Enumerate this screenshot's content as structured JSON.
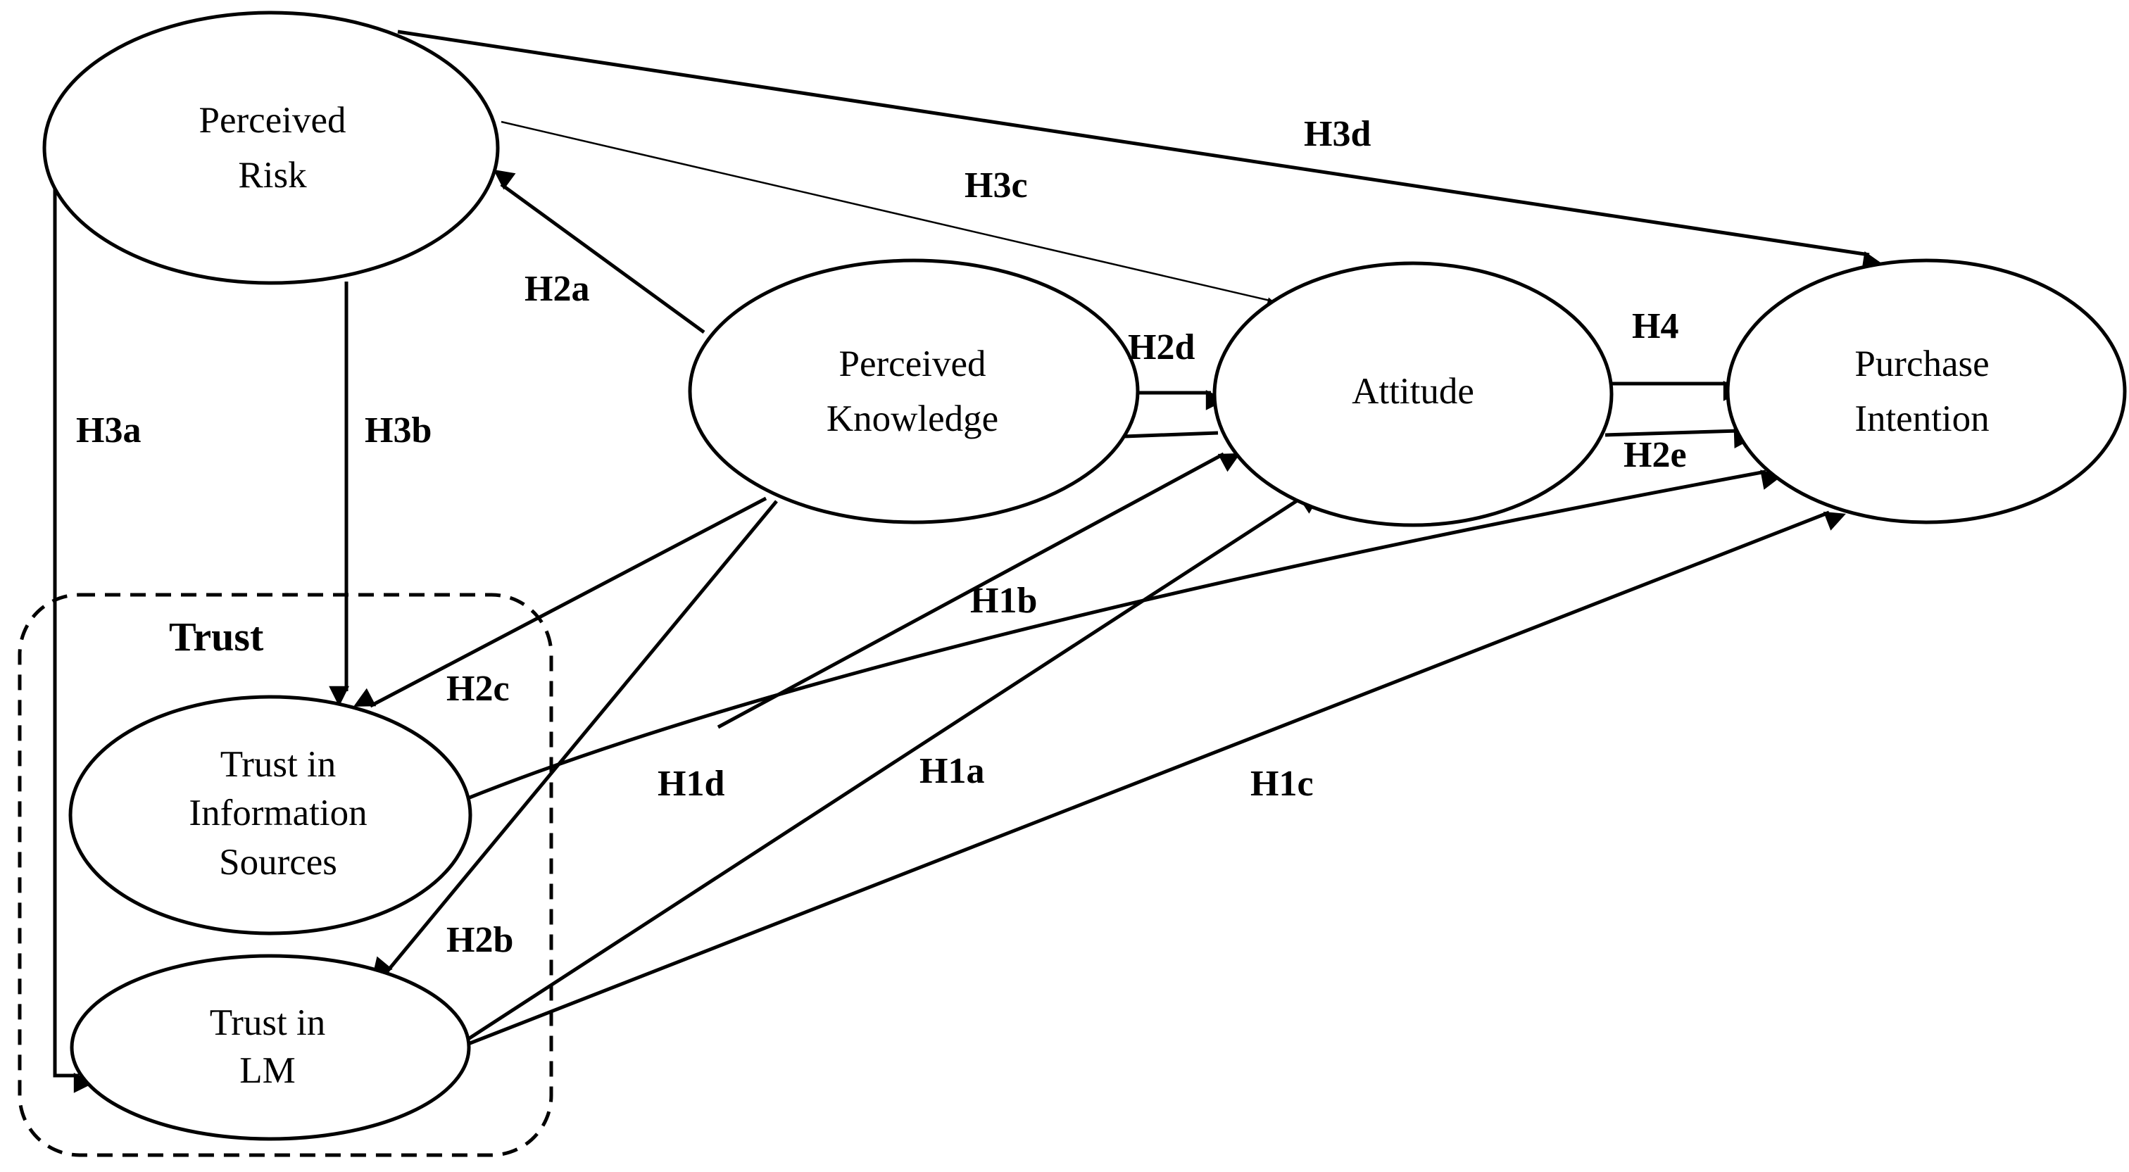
{
  "nodes": {
    "perceived_risk": [
      "Perceived",
      "Risk"
    ],
    "perceived_knowledge": [
      "Perceived",
      "Knowledge"
    ],
    "attitude": [
      "Attitude"
    ],
    "purchase_intention": [
      "Purchase",
      "Intention"
    ],
    "trust_info_sources": [
      "Trust in",
      "Information",
      "Sources"
    ],
    "trust_lm": [
      "Trust in",
      "LM"
    ]
  },
  "group": {
    "title": "Trust"
  },
  "hypotheses": {
    "H1a": "H1a",
    "H1b": "H1b",
    "H1c": "H1c",
    "H1d": "H1d",
    "H2a": "H2a",
    "H2b": "H2b",
    "H2c": "H2c",
    "H2d": "H2d",
    "H2e": "H2e",
    "H3a": "H3a",
    "H3b": "H3b",
    "H3c": "H3c",
    "H3d": "H3d",
    "H4": "H4"
  }
}
